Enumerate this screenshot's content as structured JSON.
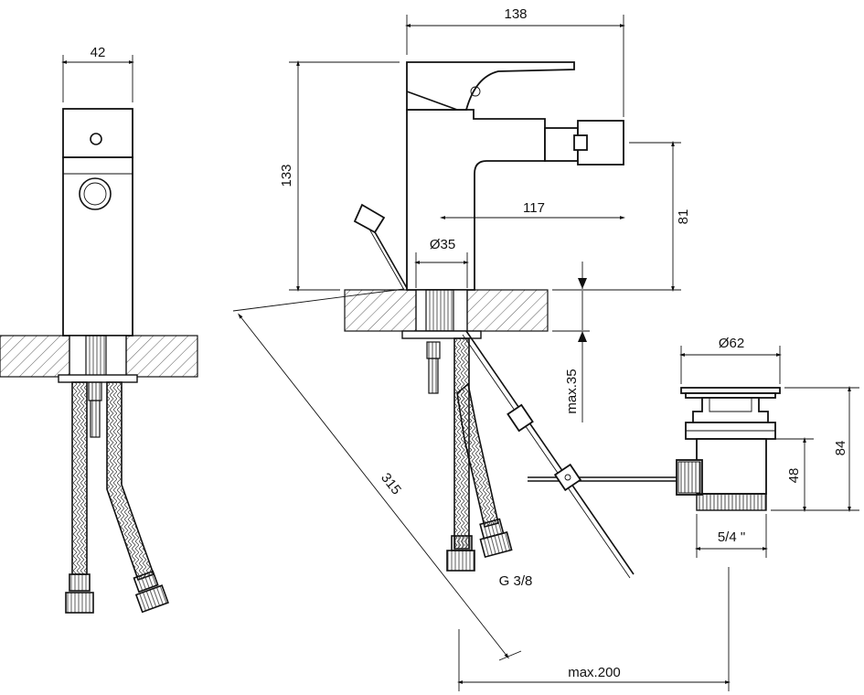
{
  "drawing": {
    "dimensions": {
      "front_width": "42",
      "overall_width": "138",
      "overall_height": "133",
      "spout_reach": "117",
      "spout_height": "81",
      "hole_diameter": "Ø35",
      "hose_length": "315",
      "deck_thickness": "max.35",
      "waste_diameter": "Ø62",
      "waste_height": "84",
      "waste_thread_height": "48",
      "waste_thread": "5/4 \"",
      "hose_thread": "G 3/8",
      "rod_reach": "max.200"
    },
    "views": [
      "front-view",
      "side-view",
      "pop-up-waste-detail"
    ]
  }
}
